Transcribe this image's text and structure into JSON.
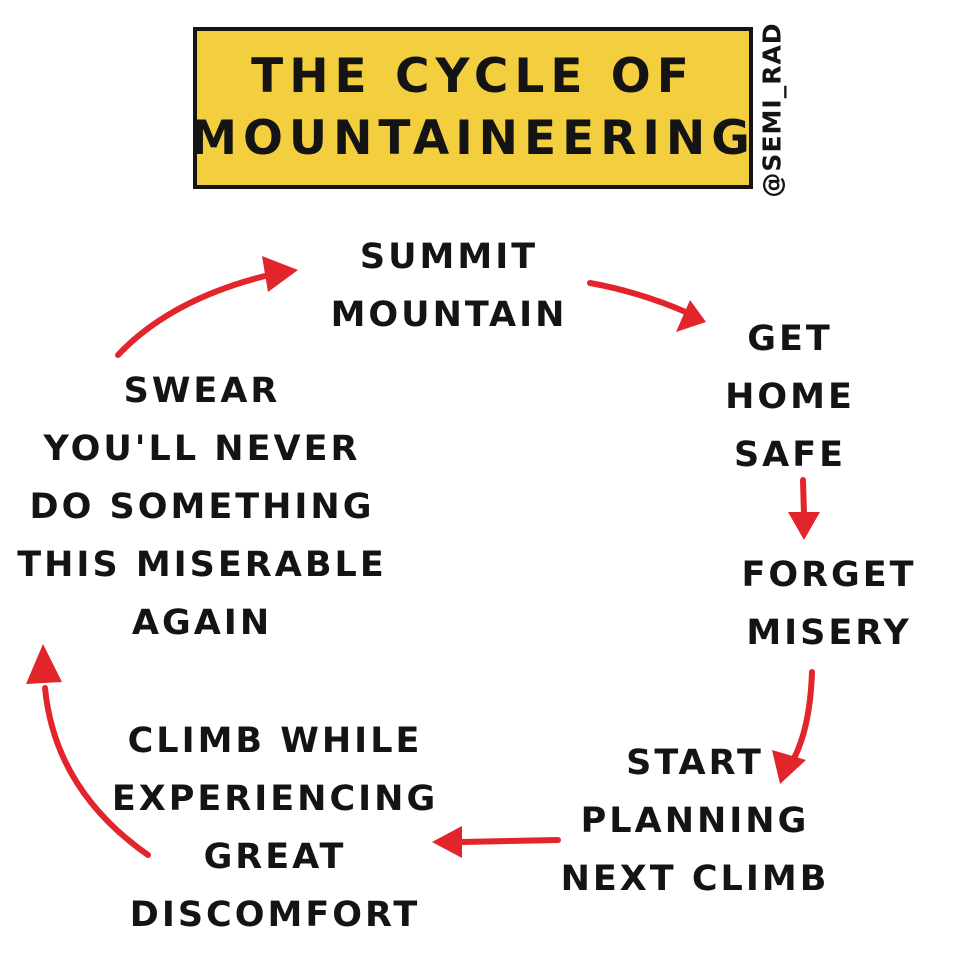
{
  "colors": {
    "title_background": "#f3cf3f",
    "arrow": "#e2242b",
    "ink": "#141414",
    "page_background": "#ffffff"
  },
  "title": {
    "line1": "THE CYCLE OF",
    "line2": "MOUNTAINEERING"
  },
  "credit": "@SEMI_RAD",
  "cycle": [
    {
      "lines": [
        "SUMMIT",
        "MOUNTAIN"
      ]
    },
    {
      "lines": [
        "GET",
        "HOME",
        "SAFE"
      ]
    },
    {
      "lines": [
        "FORGET",
        "MISERY"
      ]
    },
    {
      "lines": [
        "START",
        "PLANNING",
        "NEXT CLIMB"
      ]
    },
    {
      "lines": [
        "CLIMB WHILE",
        "EXPERIENCING",
        "GREAT",
        "DISCOMFORT"
      ]
    },
    {
      "lines": [
        "SWEAR",
        "YOU'LL NEVER",
        "DO SOMETHING",
        "THIS MISERABLE",
        "AGAIN"
      ]
    }
  ]
}
